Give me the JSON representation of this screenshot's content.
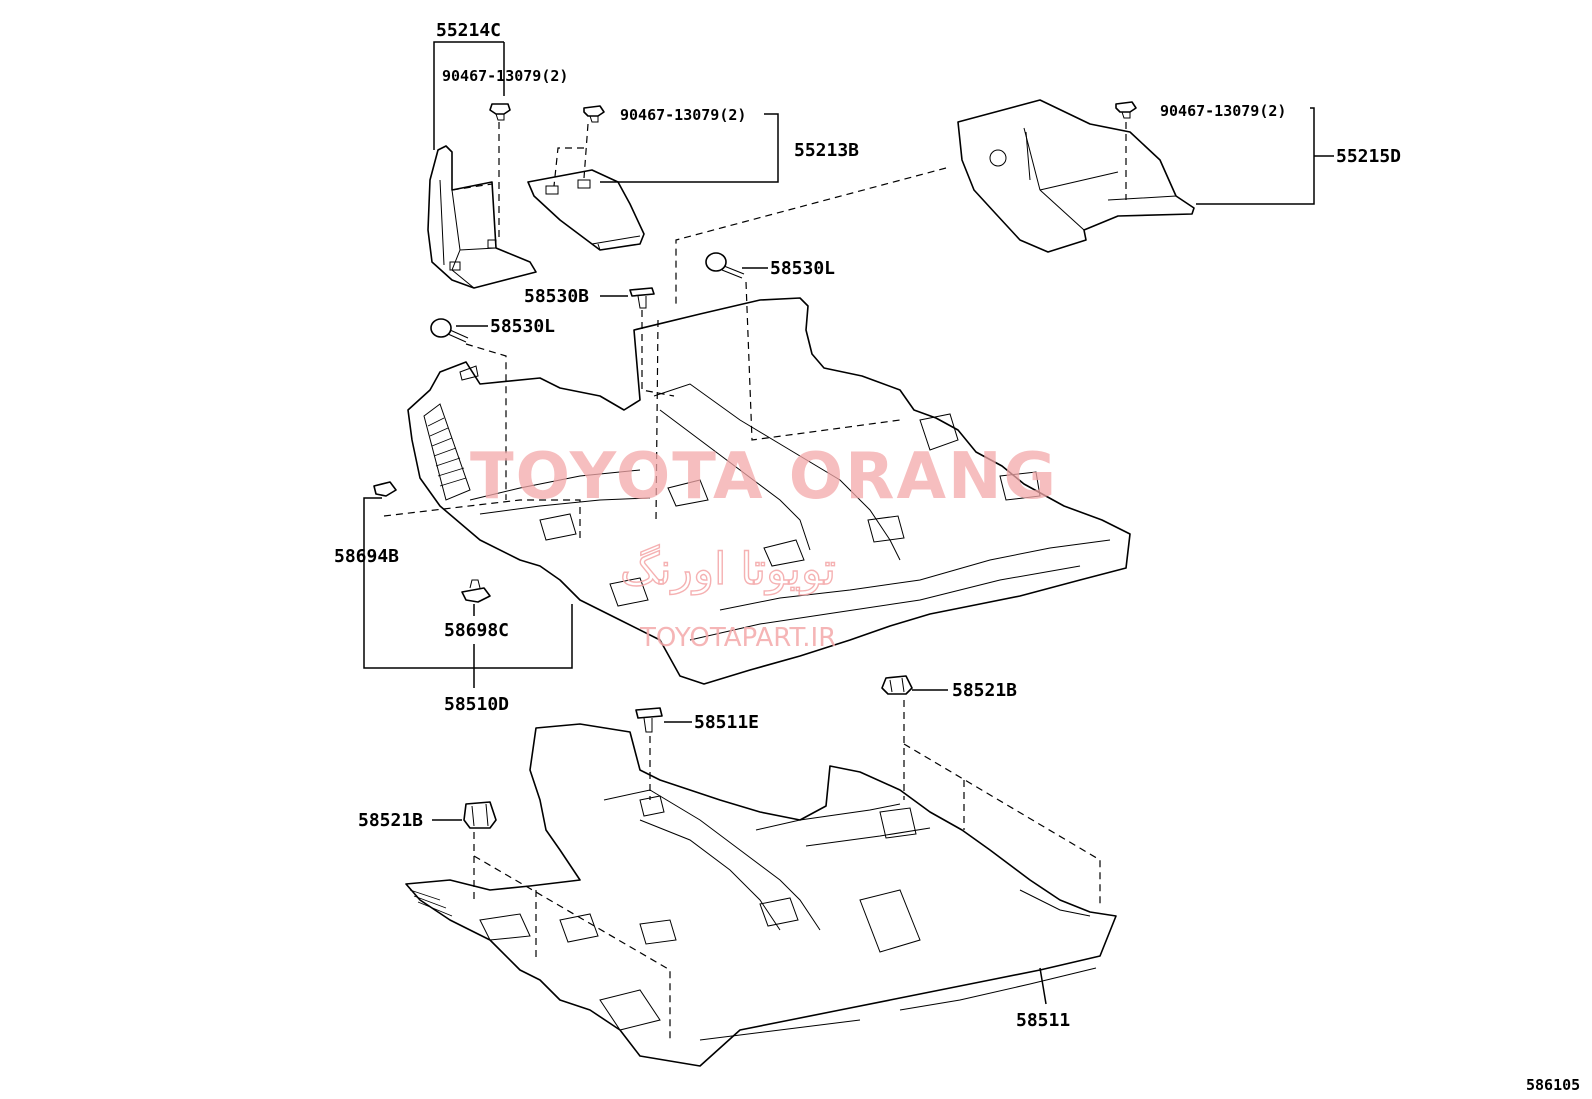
{
  "figure_code": "586105",
  "callouts": {
    "c55214C": "55214C",
    "c90467_a": "90467-13079(2)",
    "c90467_b": "90467-13079(2)",
    "c55213B": "55213B",
    "c90467_c": "90467-13079(2)",
    "c55215D": "55215D",
    "c58530L_a": "58530L",
    "c58530B": "58530B",
    "c58530L_b": "58530L",
    "c58694B": "58694B",
    "c58698C": "58698C",
    "c58510D": "58510D",
    "c58521B_a": "58521B",
    "c58511E": "58511E",
    "c58521B_b": "58521B",
    "c58511": "58511"
  },
  "watermark": {
    "title": "TOYOTA ORANG",
    "persian": "تویوتا اورنگ",
    "url": "TOYOTAPART.IR"
  },
  "colors": {
    "watermark": "#f4a9aa",
    "line": "#000000",
    "background": "#ffffff"
  }
}
